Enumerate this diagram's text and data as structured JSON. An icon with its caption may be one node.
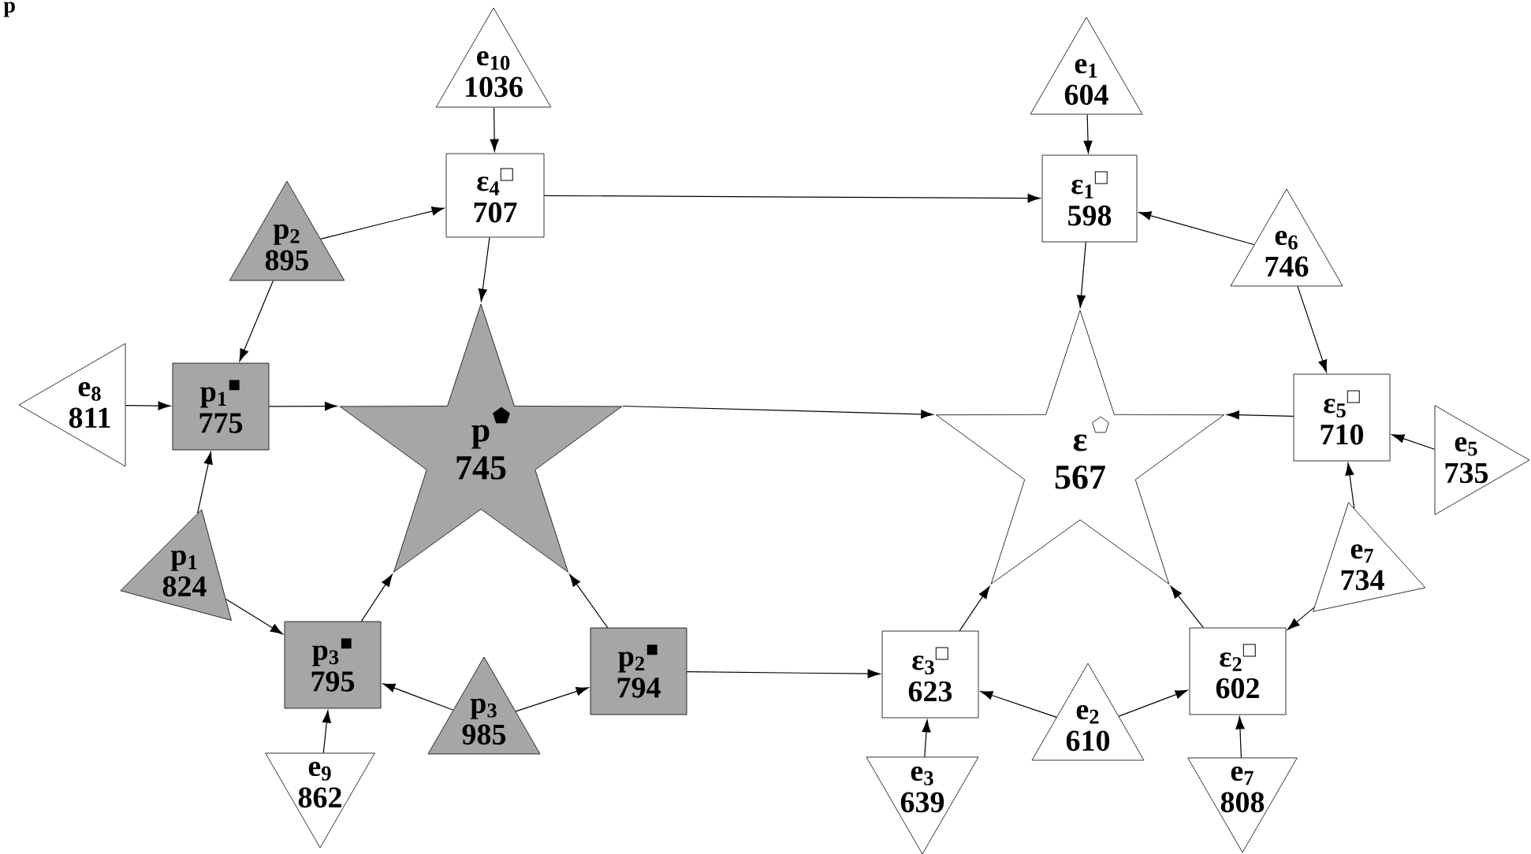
{
  "diagram": {
    "nodes": [
      {
        "text": [
          "e$_{10}$",
          "1036"
        ]
      },
      {
        "text": [
          "ε$_{4}$$^{□}$",
          "707"
        ]
      },
      {
        "text": [
          "p$_{2}$",
          "895"
        ]
      },
      {
        "text": [
          "e$_{1}$",
          "604"
        ]
      },
      {
        "text": [
          "ε$_{1}$$^{□}$",
          "598"
        ]
      },
      {
        "text": [
          "e$_{6}$",
          "746"
        ]
      },
      {
        "text": [
          "e$_{8}$",
          "811"
        ]
      },
      {
        "text": [
          "p$_{1}$$^{■}$",
          "775"
        ]
      },
      {
        "text": [
          "p",
          "745"
        ]
      },
      {
        "text": [
          "ε",
          "567"
        ]
      },
      {
        "text": [
          "ε$_{5}$$^{□}$",
          "710"
        ]
      },
      {
        "text": [
          "e$_{5}$",
          "735"
        ]
      },
      {
        "text": [
          "p$_{1}$",
          "824"
        ]
      },
      {
        "text": [
          "e$_{7}$",
          "734"
        ]
      },
      {
        "text": [
          "p$_{3}$$^{■}$",
          "795"
        ]
      },
      {
        "text": [
          "p$_{3}$",
          "985"
        ]
      },
      {
        "text": [
          "p$_{2}$$^{■}$",
          "794"
        ]
      },
      {
        "text": [
          "ε$_{3}$$^{□}$",
          "623"
        ]
      },
      {
        "text": [
          "e$_{2}$",
          "610"
        ]
      },
      {
        "text": [
          "ε$_{2}$$^{□}$",
          "602"
        ]
      },
      {
        "text": [
          "e$_{9}$",
          "862"
        ]
      },
      {
        "text": [
          "e$_{3}$",
          "639"
        ]
      },
      {
        "text": [
          "e$_{7}$",
          "808"
        ]
      }
    ],
    "edges": [
      {
        "from": 0,
        "to": 1,
        "arrow": "to"
      },
      {
        "from": 2,
        "to": 1,
        "arrow": "to"
      },
      {
        "from": 1,
        "to": 4,
        "arrow": "to"
      },
      {
        "from": 1,
        "to": 8,
        "arrow": "to"
      },
      {
        "from": 2,
        "to": 7,
        "arrow": "to"
      },
      {
        "from": 3,
        "to": 4,
        "arrow": "to"
      },
      {
        "from": 5,
        "to": 4,
        "arrow": "to"
      },
      {
        "from": 5,
        "to": 10,
        "arrow": "to"
      },
      {
        "from": 4,
        "to": 9,
        "arrow": "to"
      },
      {
        "from": 6,
        "to": 7,
        "arrow": "to"
      },
      {
        "from": 7,
        "to": 8,
        "arrow": "to"
      },
      {
        "from": 8,
        "to": 9,
        "arrow": "to"
      },
      {
        "from": 10,
        "to": 9,
        "arrow": "to"
      },
      {
        "from": 11,
        "to": 10,
        "arrow": "to"
      },
      {
        "from": 12,
        "to": 7,
        "arrow": "to"
      },
      {
        "from": 12,
        "to": 14,
        "arrow": "to"
      },
      {
        "from": 13,
        "to": 10,
        "arrow": "to"
      },
      {
        "from": 13,
        "to": 19,
        "arrow": "to"
      },
      {
        "from": 14,
        "to": 8,
        "arrow": "to"
      },
      {
        "from": 15,
        "to": 14,
        "arrow": "to"
      },
      {
        "from": 15,
        "to": 16,
        "arrow": "to"
      },
      {
        "from": 16,
        "to": 8,
        "arrow": "to"
      },
      {
        "from": 16,
        "to": 17,
        "arrow": "to"
      },
      {
        "from": 17,
        "to": 9,
        "arrow": "to"
      },
      {
        "from": 18,
        "to": 17,
        "arrow": "to"
      },
      {
        "from": 18,
        "to": 19,
        "arrow": "to"
      },
      {
        "from": 19,
        "to": 9,
        "arrow": "to"
      },
      {
        "from": 20,
        "to": 14,
        "arrow": "to"
      },
      {
        "from": 21,
        "to": 17,
        "arrow": "to"
      },
      {
        "from": 22,
        "to": 19,
        "arrow": "to"
      }
    ],
    "labels": [
      "p"
    ]
  }
}
